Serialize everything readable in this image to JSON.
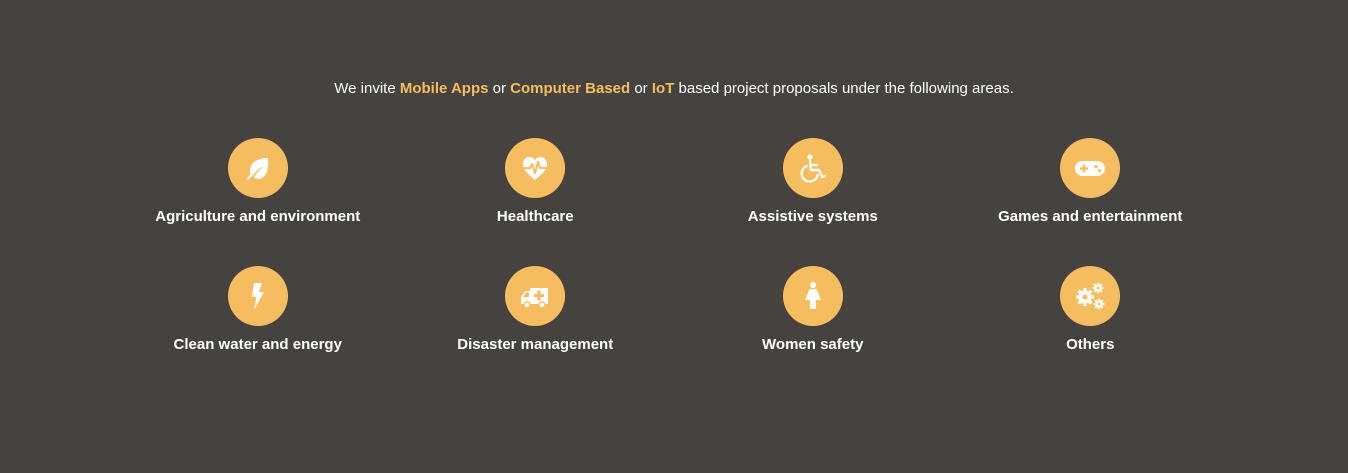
{
  "intro": {
    "prefix": "We invite ",
    "highlight1": "Mobile Apps",
    "join1": " or ",
    "highlight2": "Computer Based",
    "join2": " or ",
    "highlight3": "IoT",
    "suffix": " based project proposals under the following areas."
  },
  "colors": {
    "background": "#454240",
    "accent": "#f6bd60",
    "text": "#ffffff"
  },
  "areas": [
    {
      "label": "Agriculture and environment",
      "icon": "leaf-icon"
    },
    {
      "label": "Healthcare",
      "icon": "heartbeat-icon"
    },
    {
      "label": "Assistive systems",
      "icon": "wheelchair-icon"
    },
    {
      "label": "Games and entertainment",
      "icon": "gamepad-icon"
    },
    {
      "label": "Clean water and energy",
      "icon": "lightning-bolt-icon"
    },
    {
      "label": "Disaster management",
      "icon": "ambulance-icon"
    },
    {
      "label": "Women safety",
      "icon": "woman-icon"
    },
    {
      "label": "Others",
      "icon": "gears-icon"
    }
  ]
}
